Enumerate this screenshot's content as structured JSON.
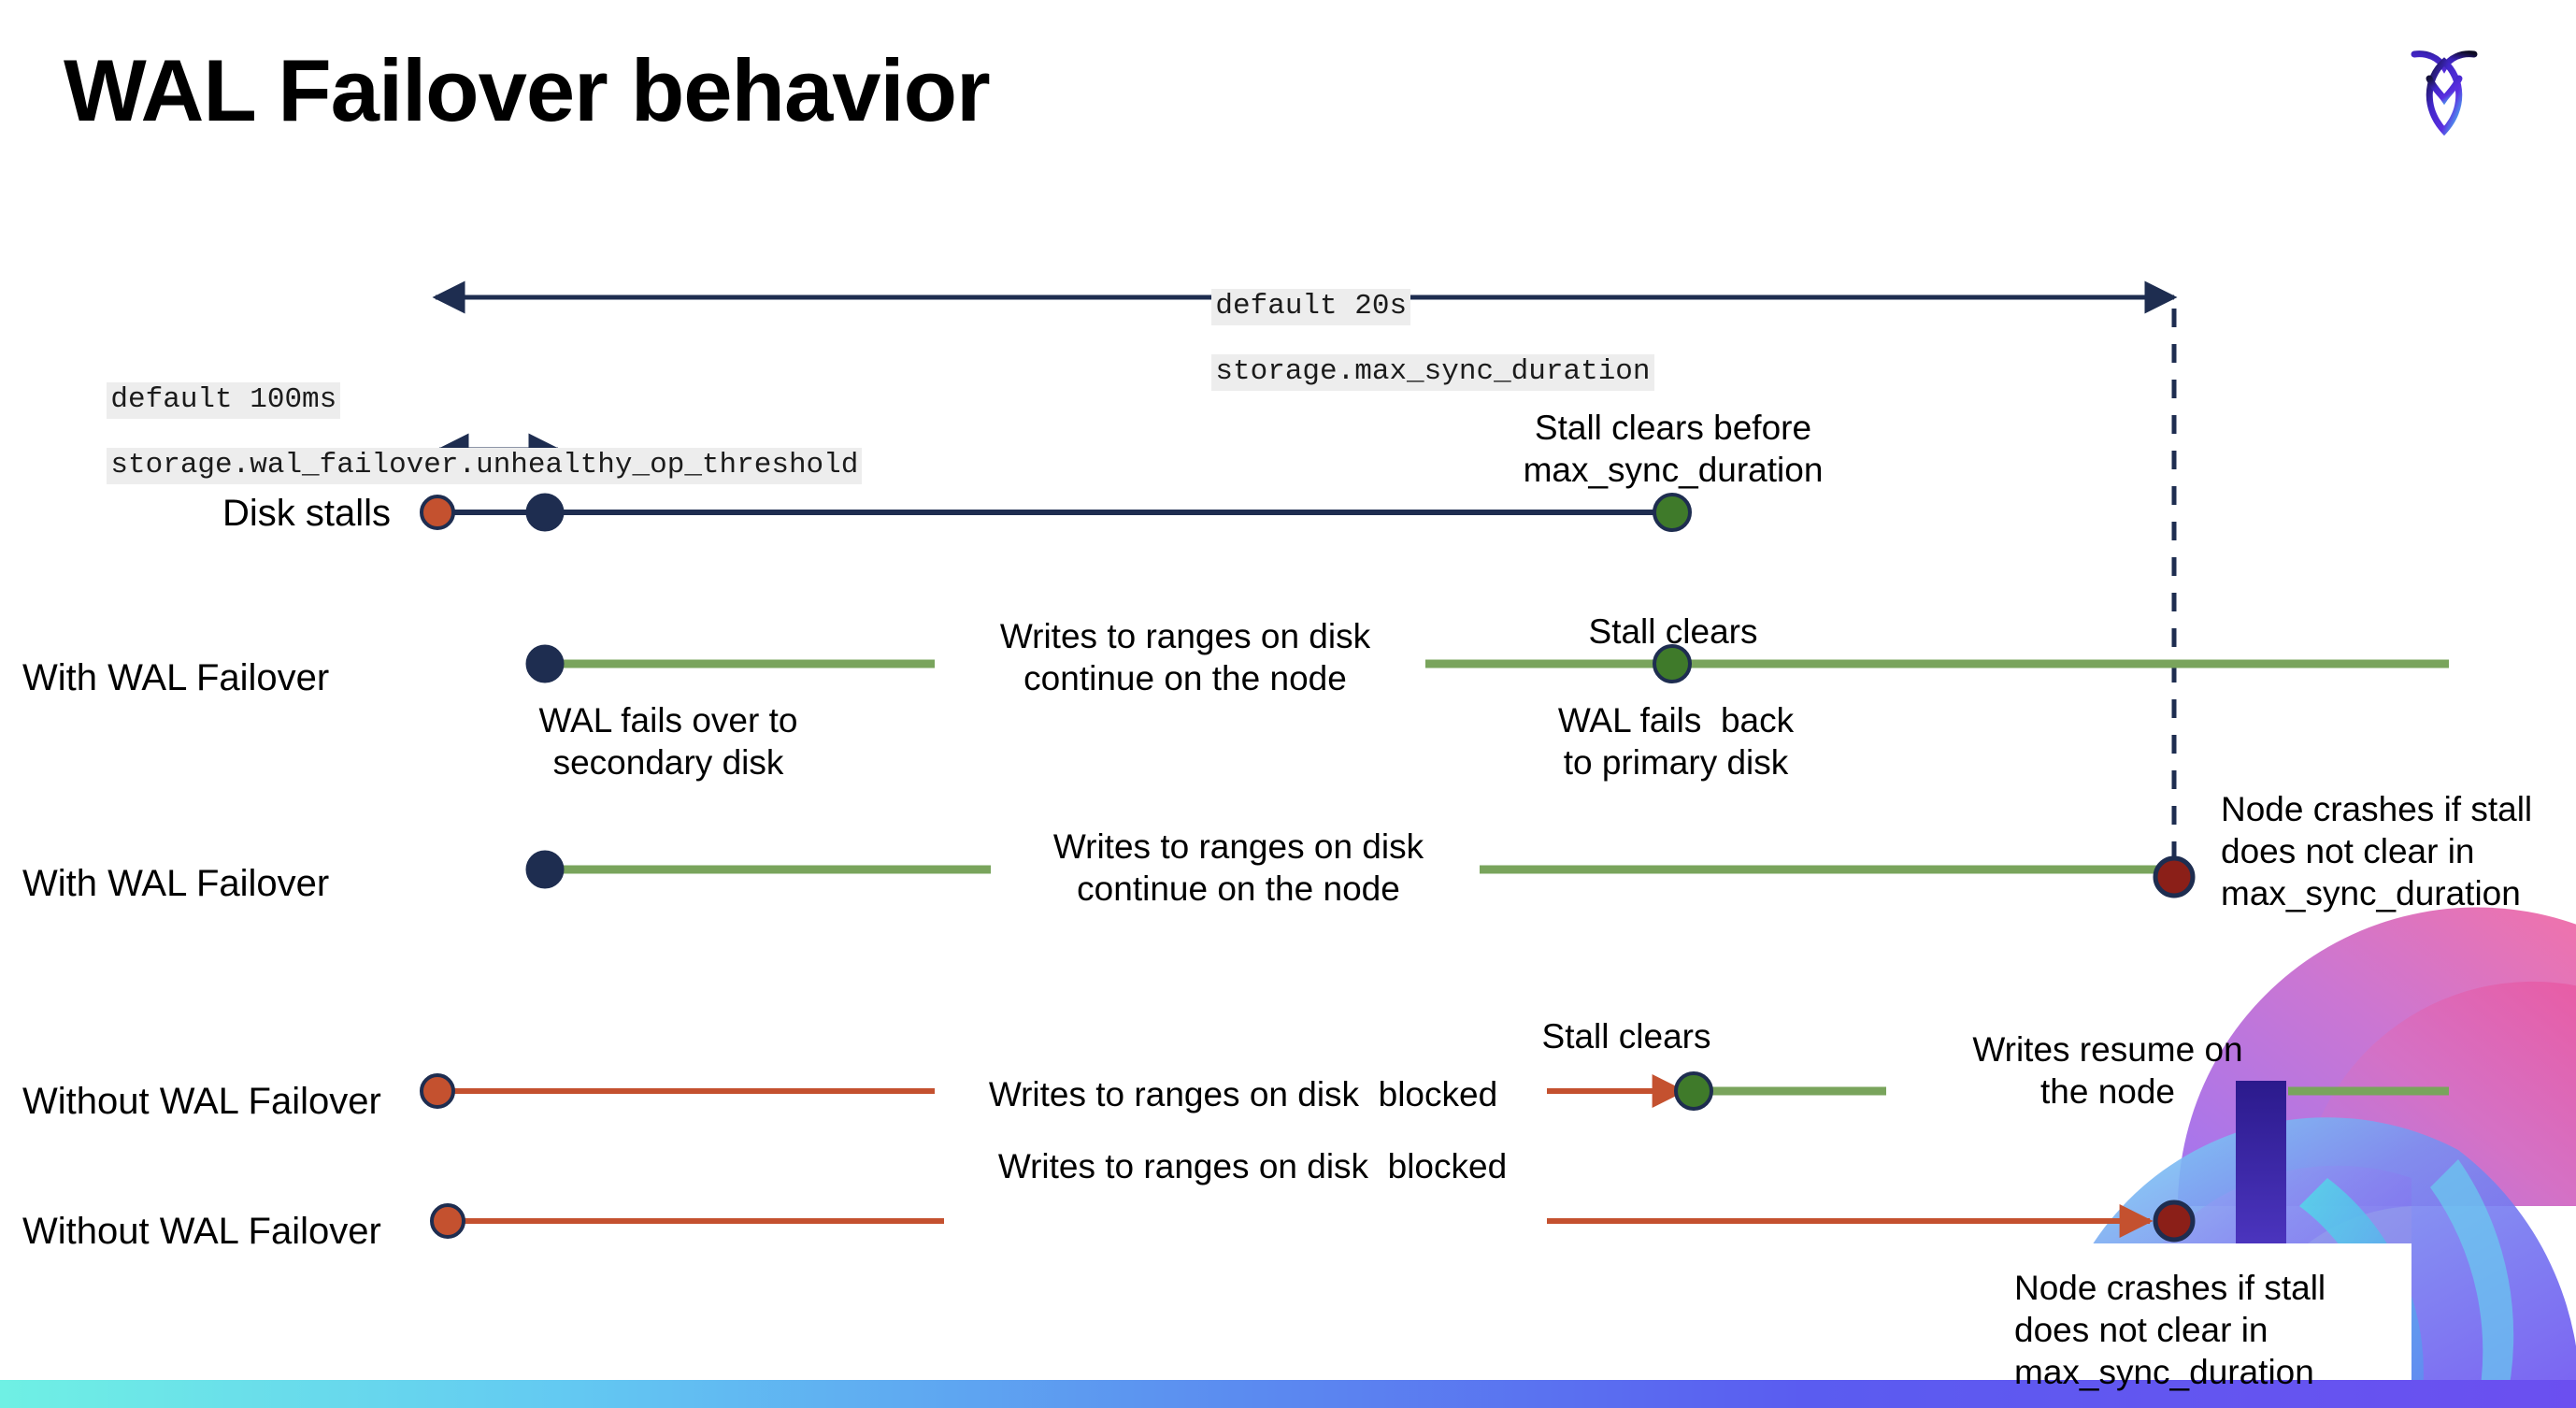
{
  "slide": {
    "title": "WAL Failover behavior",
    "logo_name": "cockroachdb-logo",
    "background": "#ffffff"
  },
  "colors": {
    "navy": "#1e2d50",
    "green_line": "#79a45c",
    "green_dot": "#3f7a2a",
    "orange": "#c4512f",
    "dark_red": "#8b1f18",
    "code_bg": "#ededed",
    "bar_gradient_start": "#6ff0e4",
    "bar_gradient_end": "#6b4ff0"
  },
  "annotations": {
    "max_sync": {
      "line1": "default 20s",
      "line2": "storage.max_sync_duration"
    },
    "unhealthy_op": {
      "line1": "default 100ms",
      "line2": "storage.wal_failover.unhealthy_op_threshold"
    }
  },
  "rows": [
    {
      "id": "disk-stalls",
      "label": "Disk stalls",
      "note_above": "Stall clears before\nmax_sync_duration"
    },
    {
      "id": "with-wal-failover-1",
      "label": "With WAL Failover",
      "note_below_start": "WAL fails over to\nsecondary disk",
      "note_mid": "Writes to ranges on disk\ncontinue on the node",
      "note_above_end": "Stall clears",
      "note_below_end": "WAL fails  back\nto primary disk"
    },
    {
      "id": "with-wal-failover-2",
      "label": "With WAL Failover",
      "note_mid": "Writes to ranges on disk\ncontinue on the node",
      "note_right": "Node crashes if stall\ndoes not clear in\nmax_sync_duration"
    },
    {
      "id": "without-wal-failover-1",
      "label": "Without WAL Failover",
      "note_mid": "Writes to ranges on disk  blocked",
      "note_above_end": "Stall clears",
      "note_right": "Writes resume on\nthe node"
    },
    {
      "id": "without-wal-failover-2",
      "label": "Without WAL Failover",
      "note_mid": "Writes to ranges on disk  blocked",
      "note_right": "Node crashes if stall\ndoes not clear in\nmax_sync_duration"
    }
  ]
}
